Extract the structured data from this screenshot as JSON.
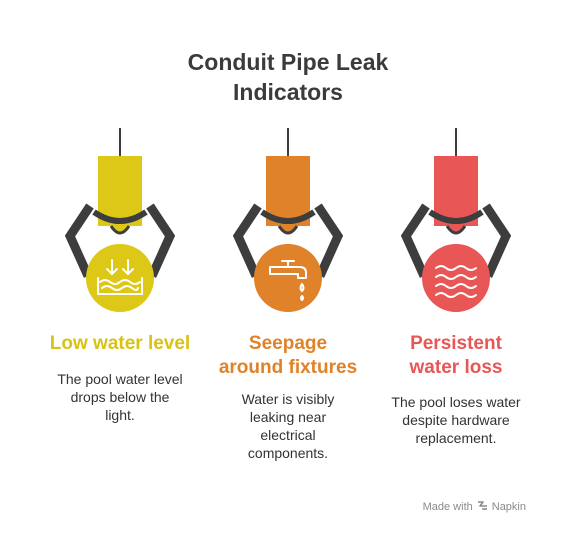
{
  "title": {
    "line1": "Conduit Pipe Leak",
    "line2": "Indicators"
  },
  "items": [
    {
      "color": "#ddc817",
      "icon": "water-level-drop-icon",
      "heading_lines": [
        "Low water level"
      ],
      "desc_lines": [
        "The pool water level",
        "drops below the",
        "light."
      ]
    },
    {
      "color": "#e0822a",
      "icon": "leaking-faucet-icon",
      "heading_lines": [
        "Seepage",
        "around fixtures"
      ],
      "desc_lines": [
        "Water is visibly",
        "leaking near",
        "electrical",
        "components."
      ]
    },
    {
      "color": "#e85656",
      "icon": "water-waves-icon",
      "heading_lines": [
        "Persistent",
        "water loss"
      ],
      "desc_lines": [
        "The pool loses water",
        "despite hardware",
        "replacement."
      ]
    }
  ],
  "claw_color": "#3d3d3d",
  "branding": {
    "made_with": "Made with",
    "name": "Napkin"
  }
}
